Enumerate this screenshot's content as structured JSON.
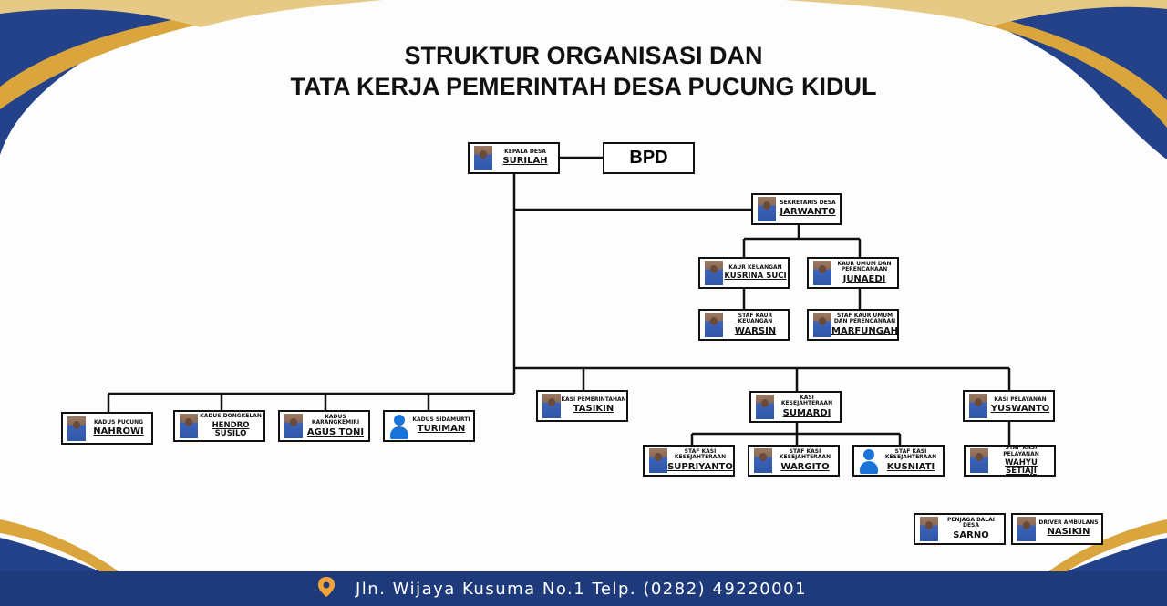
{
  "title": {
    "line1": "STRUKTUR ORGANISASI DAN",
    "line2": "TATA KERJA PEMERINTAH DESA PUCUNG KIDUL"
  },
  "colors": {
    "footer": "#1e3a7b",
    "accent_gold": "#d9a53c",
    "accent_blue": "#23428a"
  },
  "bpd": {
    "label": "BPD"
  },
  "members": [
    {
      "id": "kepala-desa",
      "role": "KEPALA DESA",
      "name": "SURILAH",
      "icon": "photo"
    },
    {
      "id": "sekretaris-desa",
      "role": "SEKRETARIS DESA",
      "name": "JARWANTO",
      "icon": "photo"
    },
    {
      "id": "kaur-keuangan",
      "role": "KAUR KEUANGAN",
      "name": "KUSRINA SUCI",
      "icon": "photo"
    },
    {
      "id": "kaur-umum",
      "role": "KAUR UMUM DAN PERENCANAAN",
      "name": "JUNAEDI",
      "icon": "photo"
    },
    {
      "id": "staf-kaur-keuangan",
      "role": "STAF KAUR KEUANGAN",
      "name": "WARSIN",
      "icon": "photo"
    },
    {
      "id": "staf-kaur-umum",
      "role": "STAF KAUR UMUM DAN PERENCANAAN",
      "name": "MARFUNGAH",
      "icon": "photo"
    },
    {
      "id": "kadus-pucung",
      "role": "KADUS PUCUNG",
      "name": "NAHROWI",
      "icon": "photo"
    },
    {
      "id": "kadus-dongkelan",
      "role": "KADUS DONGKELAN",
      "name": "HENDRO SUSILO",
      "icon": "photo"
    },
    {
      "id": "kadus-karangkemiri",
      "role": "KADUS KARANGKEMIRI",
      "name": "AGUS TONI",
      "icon": "photo"
    },
    {
      "id": "kadus-sidamurti",
      "role": "KADUS SIDAMURTI",
      "name": "TURIMAN",
      "icon": "user-avatar"
    },
    {
      "id": "kasi-pemerintahan",
      "role": "KASI PEMERINTAHAN",
      "name": "TASIKIN",
      "icon": "photo"
    },
    {
      "id": "kasi-kesejahteraan",
      "role": "KASI KESEJAHTERAAN",
      "name": "SUMARDI",
      "icon": "photo"
    },
    {
      "id": "kasi-pelayanan",
      "role": "KASI PELAYANAN",
      "name": "YUSWANTO",
      "icon": "photo"
    },
    {
      "id": "staf-kesra-1",
      "role": "STAF KASI KESEJAHTERAAN",
      "name": "SUPRIYANTO",
      "icon": "photo"
    },
    {
      "id": "staf-kesra-2",
      "role": "STAF KASI KESEJAHTERAAN",
      "name": "WARGITO",
      "icon": "photo"
    },
    {
      "id": "staf-kesra-3",
      "role": "STAF KASI KESEJAHTERAAN",
      "name": "KUSNIATI",
      "icon": "user-avatar"
    },
    {
      "id": "staf-kasi-pelayanan",
      "role": "STAF KASI PELAYANAN",
      "name": "WAHYU SETIAJI",
      "icon": "photo"
    },
    {
      "id": "penjaga-balai",
      "role": "PENJAGA BALAI DESA",
      "name": "SARNO",
      "icon": "photo"
    },
    {
      "id": "driver-ambulans",
      "role": "DRIVER AMBULANS",
      "name": "NASIKIN",
      "icon": "photo"
    }
  ],
  "footer": {
    "address": "Jln. Wijaya Kusuma No.1 Telp. (0282) 49220001",
    "icon": "location-pin-icon"
  }
}
